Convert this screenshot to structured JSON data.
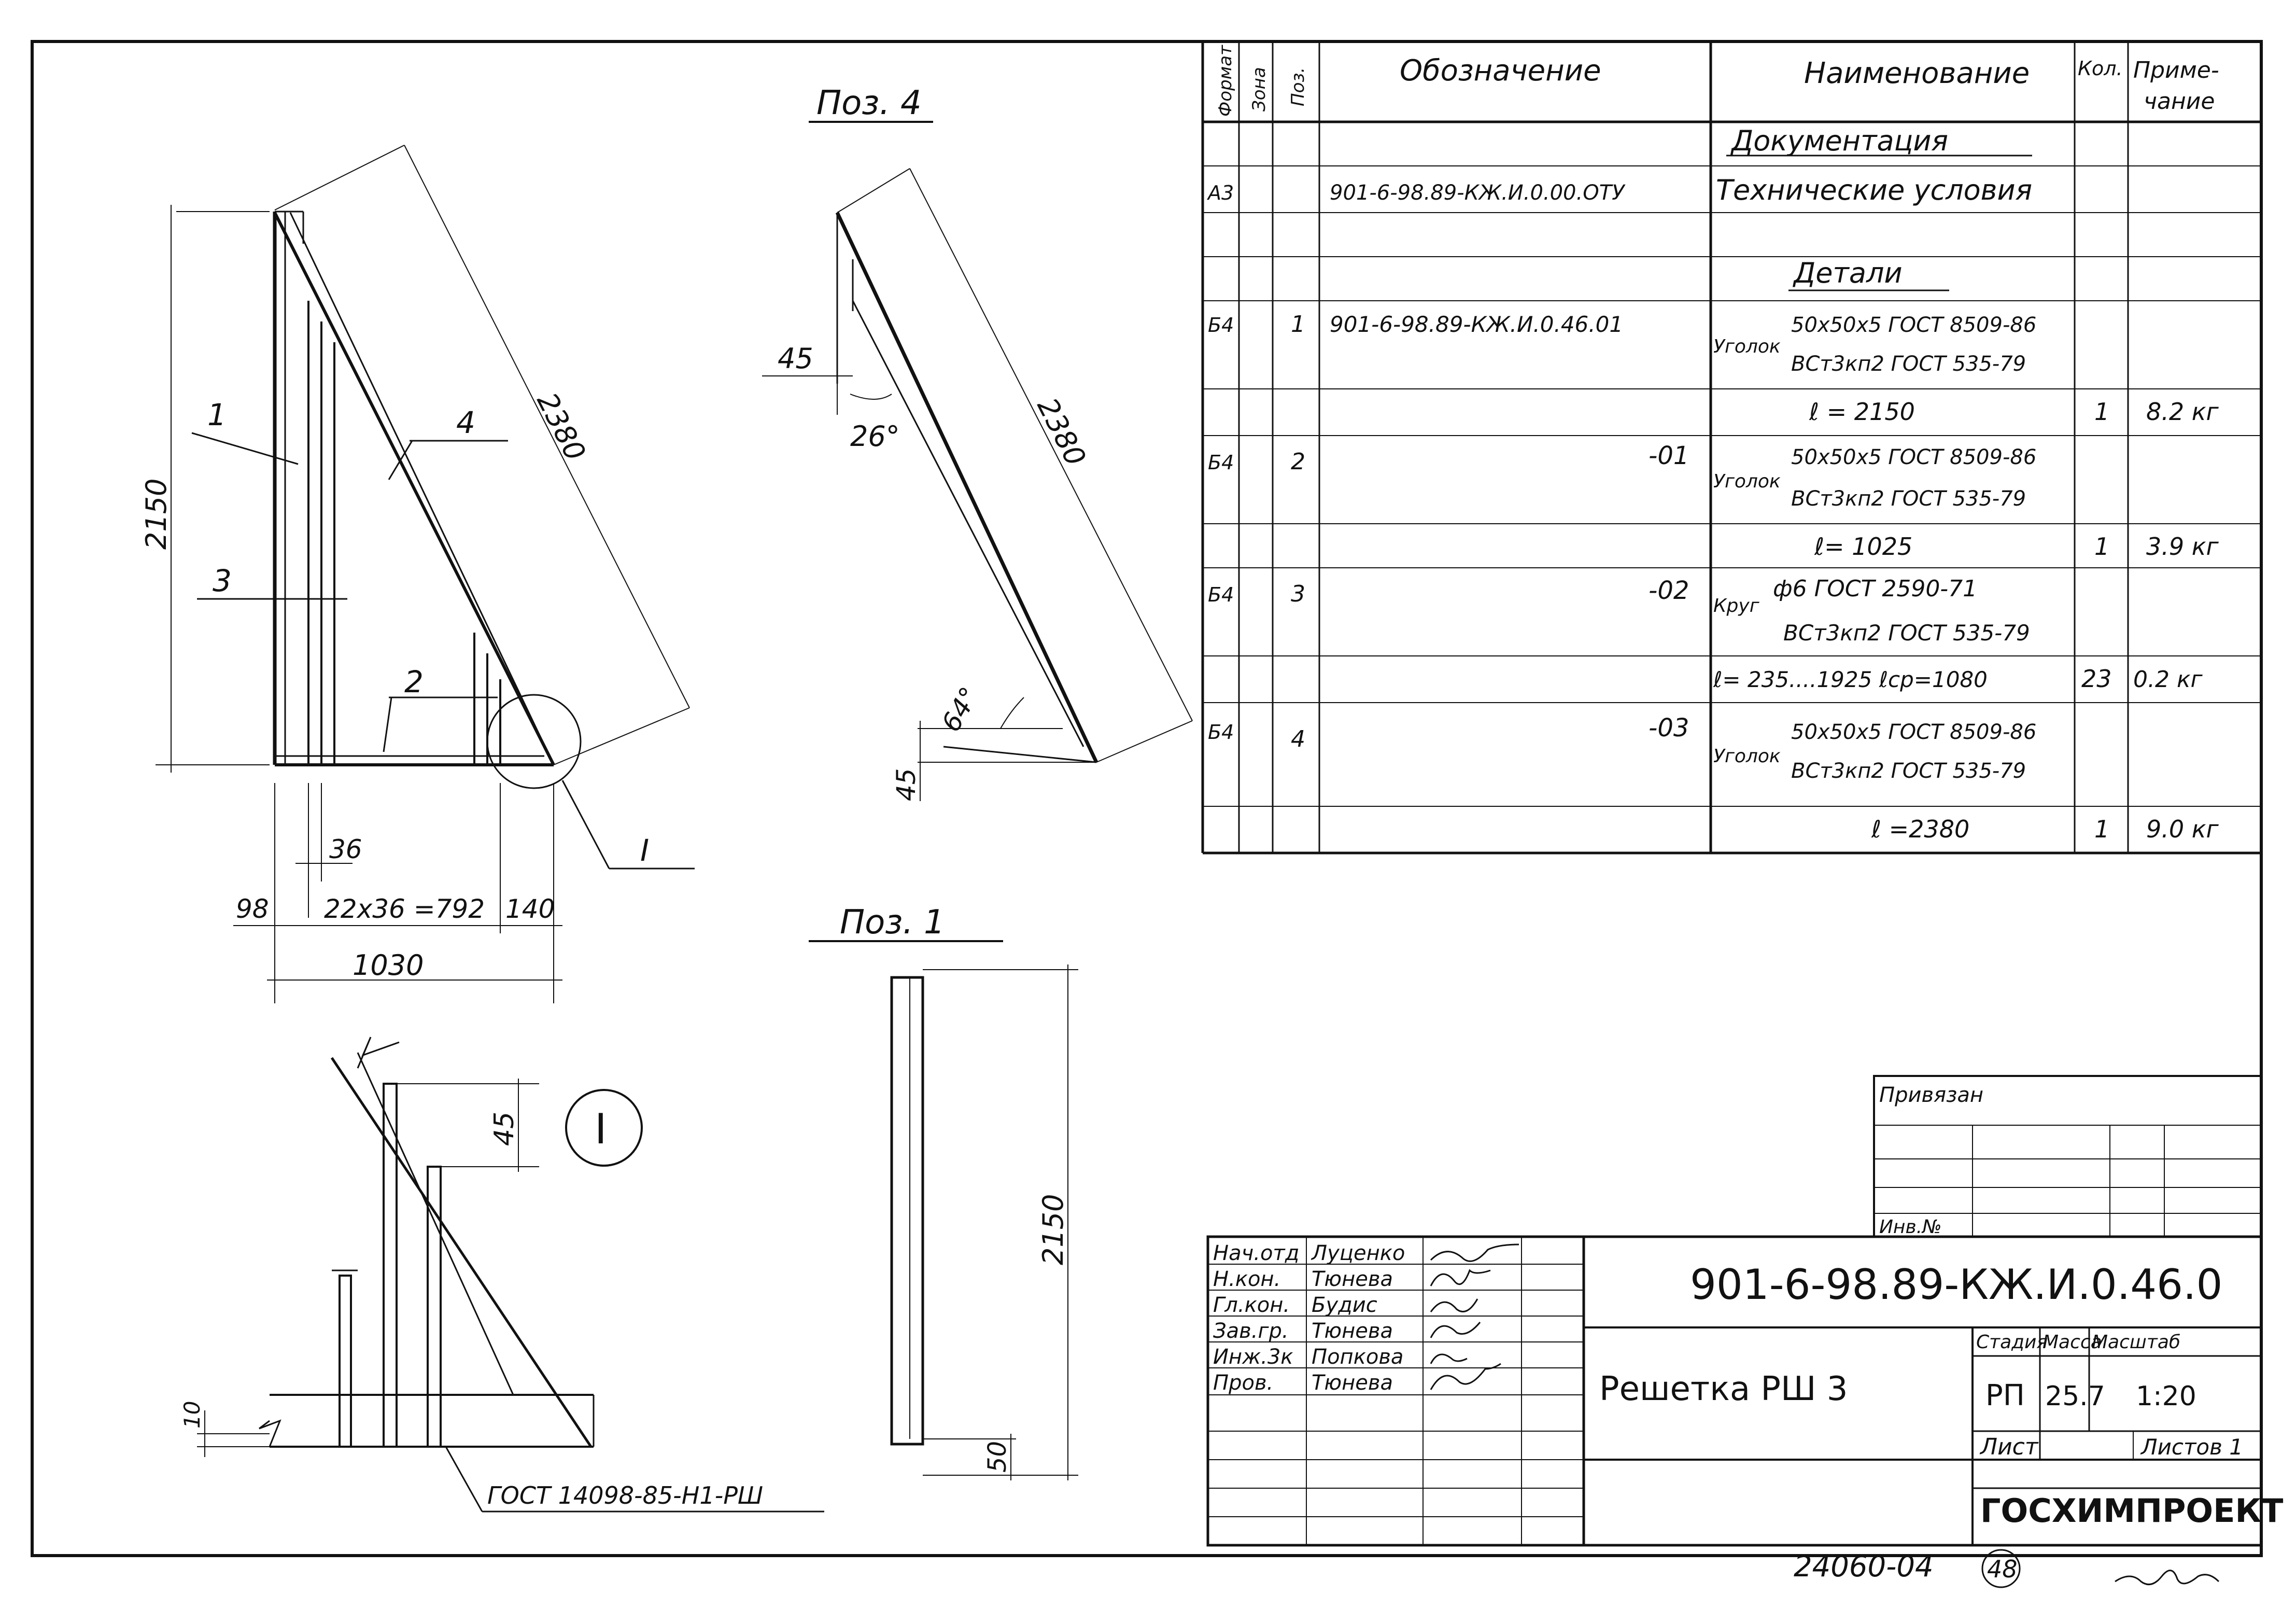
{
  "drawing": {
    "views": {
      "main_labels": {
        "p1": "1",
        "p2": "2",
        "p3": "3",
        "p4": "4",
        "detail_ref": "I"
      },
      "main_dims": {
        "h": "2150",
        "diag": "2380",
        "d36": "36",
        "d98": "98",
        "d792": "22x36 =792",
        "d140": "140",
        "d1030": "1030"
      },
      "poz4": {
        "title": "Поз. 4",
        "d45a": "45",
        "a26": "26°",
        "diag": "2380",
        "a64": "64°",
        "d45b": "45"
      },
      "poz1": {
        "title": "Поз. 1",
        "h": "2150",
        "d50": "50"
      },
      "detail": {
        "mark": "I",
        "d45": "45",
        "d10": "10",
        "weld": "ГОСТ 14098-85-Н1-РШ"
      }
    },
    "spec": {
      "headers": {
        "format": "Формат",
        "zone": "Зона",
        "pos": "Поз.",
        "designation": "Обозначение",
        "name": "Наименование",
        "qty": "Кол.",
        "note1": "Приме-",
        "note2": "чание"
      },
      "rows": [
        {
          "format": "",
          "pos": "",
          "designation": "",
          "name": "Документация",
          "name2": "",
          "qty": "",
          "note": ""
        },
        {
          "format": "А3",
          "pos": "",
          "designation": "901-6-98.89-КЖ.И.0.00.ОТУ",
          "name": "Технические условия",
          "name2": "",
          "qty": "",
          "note": ""
        },
        {
          "format": "",
          "pos": "",
          "designation": "",
          "name": "",
          "name2": "",
          "qty": "",
          "note": ""
        },
        {
          "format": "",
          "pos": "",
          "designation": "",
          "name": "Детали",
          "name2": "",
          "qty": "",
          "note": ""
        },
        {
          "format": "Б4",
          "pos": "1",
          "designation": "901-6-98.89-КЖ.И.0.46.01",
          "name": "Уголок",
          "name_a": "50х50х5 ГОСТ 8509-86",
          "name_b": "ВСт3кп2 ГОСТ 535-79",
          "qty": "",
          "note": ""
        },
        {
          "format": "",
          "pos": "",
          "designation": "",
          "name": "ℓ = 2150",
          "qty": "1",
          "note": "8.2 кг"
        },
        {
          "format": "Б4",
          "pos": "2",
          "designation": "-01",
          "name": "Уголок",
          "name_a": "50х50х5 ГОСТ 8509-86",
          "name_b": "ВСт3кп2 ГОСТ 535-79",
          "qty": "",
          "note": ""
        },
        {
          "format": "",
          "pos": "",
          "designation": "",
          "name": "ℓ= 1025",
          "qty": "1",
          "note": "3.9 кг"
        },
        {
          "format": "Б4",
          "pos": "3",
          "designation": "-02",
          "name": "Круг",
          "name_a": "ф6 ГОСТ 2590-71",
          "name_b": "ВСт3кп2 ГОСТ 535-79",
          "qty": "",
          "note": ""
        },
        {
          "format": "",
          "pos": "",
          "designation": "",
          "name": "ℓ= 235....1925  ℓср=1080",
          "qty": "23",
          "note": "0.2 кг"
        },
        {
          "format": "Б4",
          "pos": "4",
          "designation": "-03",
          "name": "Уголок",
          "name_a": "50х50х5 ГОСТ 8509-86",
          "name_b": "ВСт3кп2 ГОСТ 535-79",
          "qty": "",
          "note": ""
        },
        {
          "format": "",
          "pos": "",
          "designation": "",
          "name": "ℓ =2380",
          "qty": "1",
          "note": "9.0 кг"
        }
      ]
    },
    "binding": {
      "privyazan": "Привязан",
      "inv": "Инв.№"
    },
    "title_block": {
      "people": [
        {
          "role": "Нач.отд",
          "name": "Луценко"
        },
        {
          "role": "Н.кон.",
          "name": "Тюнева"
        },
        {
          "role": "Гл.кон.",
          "name": "Будис"
        },
        {
          "role": "Зав.гр.",
          "name": "Тюнева"
        },
        {
          "role": "Инж.3к",
          "name": "Попкова"
        },
        {
          "role": "Пров.",
          "name": "Тюнева"
        }
      ],
      "code": "901-6-98.89-КЖ.И.0.46.0",
      "item_name": "Решетка РШ 3",
      "stage_label": "Стадия",
      "mass_label": "Масса",
      "scale_label": "Масштаб",
      "stage": "РП",
      "mass": "25.7",
      "scale": "1:20",
      "sheet_label": "Лист",
      "sheets_label": "Листов 1",
      "org": "ГОСХИМПРОЕКТ"
    },
    "footer": {
      "archive": "24060-04",
      "page": "48"
    }
  }
}
